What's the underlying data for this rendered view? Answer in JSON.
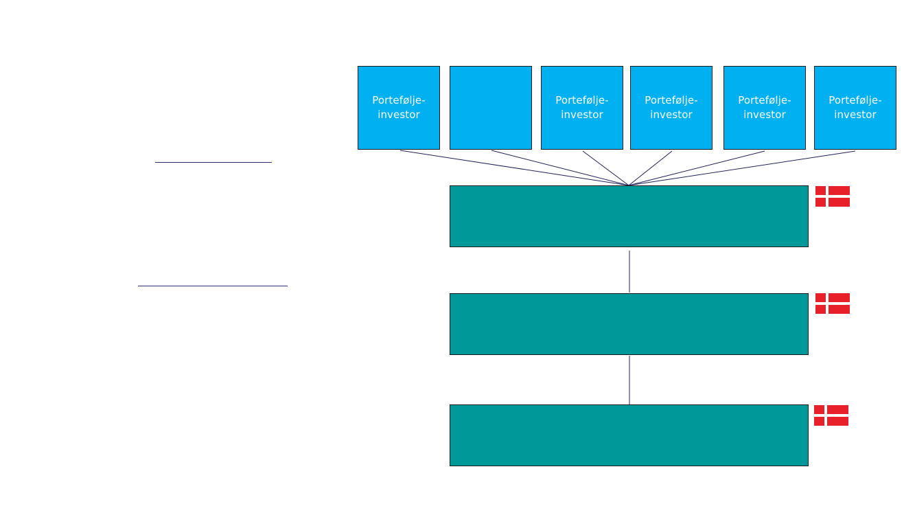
{
  "diagram": {
    "investors": [
      {
        "label": "Portefølje-\ninvestor"
      },
      {
        "label": ""
      },
      {
        "label": "Portefølje-\ninvestor"
      },
      {
        "label": "Portefølje-\ninvestor"
      },
      {
        "label": "Portefølje-\ninvestor"
      },
      {
        "label": "Portefølje-\ninvestor"
      }
    ],
    "entities": [
      {
        "label": ""
      },
      {
        "label": ""
      },
      {
        "label": ""
      }
    ],
    "colors": {
      "investor_fill": "#00b0f0",
      "entity_fill": "#009999",
      "flag_red": "#e8202a",
      "line": "#1f1f5c"
    },
    "flag_icon": "danish-flag-icon"
  }
}
